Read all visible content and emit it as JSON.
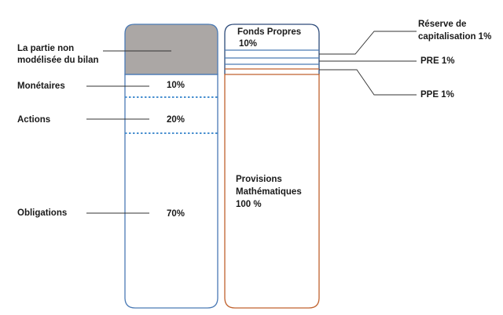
{
  "assets": {
    "unmodeled_label_line1": "La partie non",
    "unmodeled_label_line2": "modélisée du bilan",
    "monetaires_label": "Monétaires",
    "monetaires_pct": "10%",
    "actions_label": "Actions",
    "actions_pct": "20%",
    "obligations_label": "Obligations",
    "obligations_pct": "70%"
  },
  "liabilities": {
    "fonds_propres_label": "Fonds Propres",
    "fonds_propres_pct": "10%",
    "reserve_line1": "Réserve de",
    "reserve_line2": "capitalisation 1%",
    "pre_label": "PRE 1%",
    "ppe_label": "PPE 1%",
    "provisions_line1": "Provisions",
    "provisions_line2": "Mathématiques",
    "provisions_pct": "100 %"
  },
  "colors": {
    "asset_border": "#4a7ab5",
    "unmodeled_fill": "#aba7a5",
    "dotted_divider": "#4a90d0",
    "fonds_propres_border": "#2d4b7a",
    "provisions_border": "#c0622e",
    "leader_line": "#333333"
  }
}
